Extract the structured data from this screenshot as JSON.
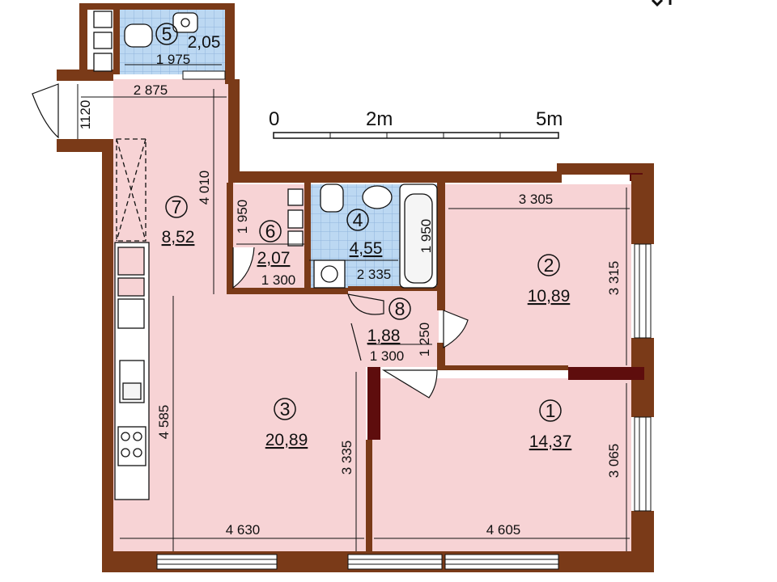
{
  "scale_bar": {
    "labels": [
      "0",
      "2m",
      "5m"
    ]
  },
  "rooms": [
    {
      "number": "1",
      "area": "14,37"
    },
    {
      "number": "2",
      "area": "10,89"
    },
    {
      "number": "3",
      "area": "20,89"
    },
    {
      "number": "4",
      "area": "4,55"
    },
    {
      "number": "5",
      "area": "2,05"
    },
    {
      "number": "6",
      "area": "2,07"
    },
    {
      "number": "7",
      "area": "8,52"
    },
    {
      "number": "8",
      "area": "1,88"
    }
  ],
  "dimensions": {
    "room1_width": "4 605",
    "room1_height": "3 065",
    "room2_width": "3 305",
    "room2_height": "3 315",
    "room3_width": "4 630",
    "room3_height_left": "4 585",
    "room3_height_right": "3 335",
    "room4_width": "2 335",
    "room4_height": "1 950",
    "room5_width": "1 975",
    "room6_width": "1 300",
    "room6_height": "1 950",
    "room7_width": "2 875",
    "room7_height": "4 010",
    "room8_width": "1 300",
    "room8_height": "1 250",
    "entry_width": "1120"
  },
  "colors": {
    "wall": "#7a3a18",
    "wall_dark": "#5e0d0d",
    "floor": "#f7d3d5",
    "tile": "#bcd8f2",
    "tile_line": "#8fb4dc",
    "line": "#111111"
  }
}
